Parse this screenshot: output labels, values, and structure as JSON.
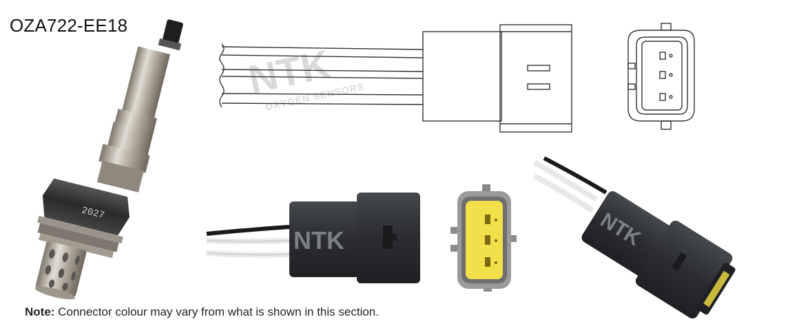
{
  "header": {
    "part_number": "OZA722-EE18"
  },
  "footer": {
    "note_label": "Note:",
    "note_text": " Connector colour may vary from what is shown in this section."
  },
  "branding": {
    "watermark_brand": "NTK",
    "watermark_sub": "OXYGEN SENSORS",
    "connector_logo": "NTK",
    "sensor_stamp": "2027"
  },
  "colors": {
    "connector_body": "#2b2d30",
    "connector_face": "#3a3c40",
    "connector_insert": "#f2e04a",
    "wire_black": "#1a1a1a",
    "wire_white": "#f4f4f4",
    "sensor_metal": "#b8b2a6",
    "line_drawing": "#333333",
    "watermark": "#d6d6d6"
  }
}
